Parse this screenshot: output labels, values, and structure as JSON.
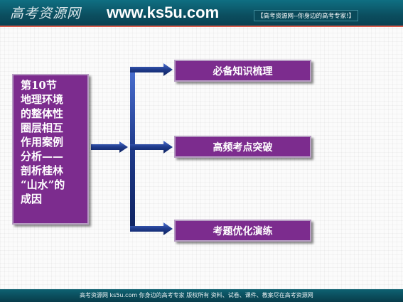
{
  "header": {
    "site_logo": "高考资源网",
    "site_url": "www.ks5u.com",
    "slogan": "【高考资源网--你身边的高考专家!】"
  },
  "title": {
    "lines": [
      "第10节",
      "地理环境",
      "的整体性",
      "圈层相互",
      "作用案例",
      "分析——",
      "剖析桂林",
      "“山水”的",
      "成因"
    ]
  },
  "topics": [
    {
      "label": "必备知识梳理"
    },
    {
      "label": "高频考点突破"
    },
    {
      "label": "考题优化演练"
    }
  ],
  "footer": {
    "text": "高考资源网    ks5u.com    你身边的高考专家    版权所有    资料、试卷、课件、教案尽在高考资源网"
  },
  "colors": {
    "box_fill": "#7c2c8e",
    "box_border": "#b69cc2",
    "arrow": "#1f3a8a",
    "header": "#0b4f60"
  }
}
